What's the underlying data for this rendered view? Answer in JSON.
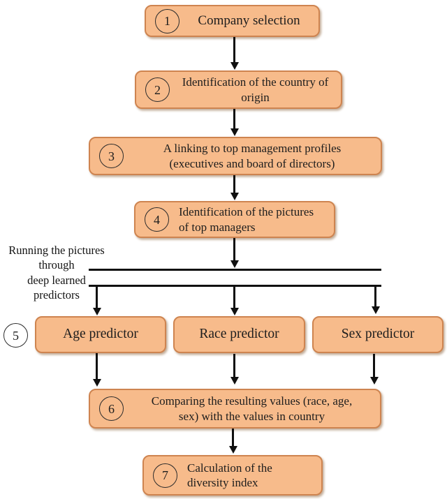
{
  "diagram": {
    "title_none": "",
    "annotation": {
      "lines": [
        "Running the pictures",
        "through",
        "deep learned",
        "predictors"
      ]
    },
    "steps": [
      {
        "number": "1",
        "label": "Company selection"
      },
      {
        "number": "2",
        "label": "Identification of the country of origin"
      },
      {
        "number": "3",
        "label": "A linking to top management profiles (executives and board of directors)"
      },
      {
        "number": "4",
        "label": "Identification of the pictures of top managers"
      },
      {
        "number": "5",
        "labels": [
          "Age predictor",
          "Race predictor",
          "Sex predictor"
        ]
      },
      {
        "number": "6",
        "label": "Comparing the resulting values (race, age, sex) with the values in country"
      },
      {
        "number": "7",
        "label": "Calculation of the diversity index"
      }
    ],
    "colors": {
      "box_fill": "#f7bb8b",
      "box_border": "#ce8450",
      "arrow": "#101010",
      "text": "#1d1d1d"
    }
  }
}
